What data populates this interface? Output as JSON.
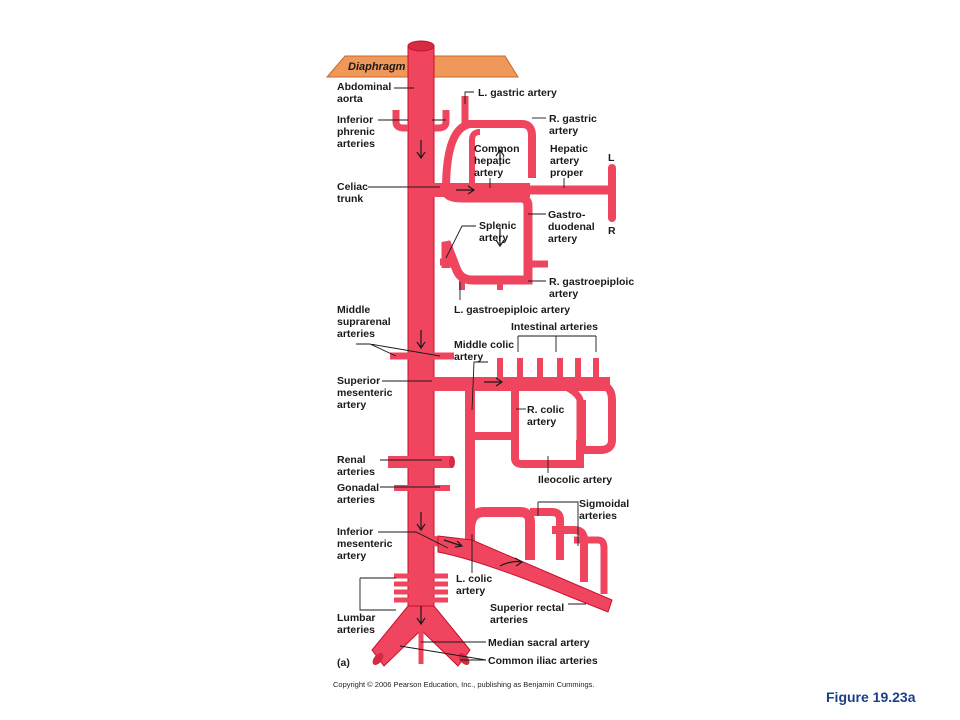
{
  "colors": {
    "artery": "#f0455e",
    "artery_outline": "#c8102e",
    "artery_dark": "#d42a44",
    "diaphragm": "#f0975a",
    "diaphragm_outline": "#c56a2e",
    "figure_label": "#1c3f8c",
    "text": "#1a1a1a"
  },
  "labels": {
    "diaphragm": "Diaphragm",
    "abdominal_aorta": [
      "Abdominal",
      "aorta"
    ],
    "inferior_phrenic": [
      "Inferior",
      "phrenic",
      "arteries"
    ],
    "celiac_trunk": [
      "Celiac",
      "trunk"
    ],
    "middle_suprarenal": [
      "Middle",
      "suprarenal",
      "arteries"
    ],
    "superior_mesenteric": [
      "Superior",
      "mesenteric",
      "artery"
    ],
    "renal": [
      "Renal",
      "arteries"
    ],
    "gonadal": [
      "Gonadal",
      "arteries"
    ],
    "inferior_mesenteric": [
      "Inferior",
      "mesenteric",
      "artery"
    ],
    "lumbar": [
      "Lumbar",
      "arteries"
    ],
    "panel": "(a)",
    "l_gastric": "L. gastric artery",
    "r_gastric": [
      "R. gastric",
      "artery"
    ],
    "common_hepatic": [
      "Common",
      "hepatic",
      "artery"
    ],
    "hepatic_proper": [
      "Hepatic",
      "artery",
      "proper"
    ],
    "side_l": "L",
    "side_r": "R",
    "splenic": [
      "Splenic",
      "artery"
    ],
    "gastroduodenal": [
      "Gastro-",
      "duodenal",
      "artery"
    ],
    "r_gastroepiploic": [
      "R. gastroepiploic",
      "artery"
    ],
    "l_gastroepiploic": "L. gastroepiploic artery",
    "intestinal": "Intestinal arteries",
    "middle_colic": [
      "Middle colic",
      "artery"
    ],
    "r_colic": [
      "R. colic",
      "artery"
    ],
    "ileocolic": "Ileocolic artery",
    "sigmoidal": [
      "Sigmoidal",
      "arteries"
    ],
    "l_colic": [
      "L. colic",
      "artery"
    ],
    "superior_rectal": [
      "Superior rectal",
      "arteries"
    ],
    "median_sacral": "Median sacral artery",
    "common_iliac": "Common iliac arteries"
  },
  "copyright": "Copyright © 2006 Pearson Education, Inc., publishing as Benjamin Cummings.",
  "figure_label": "Figure 19.23a"
}
